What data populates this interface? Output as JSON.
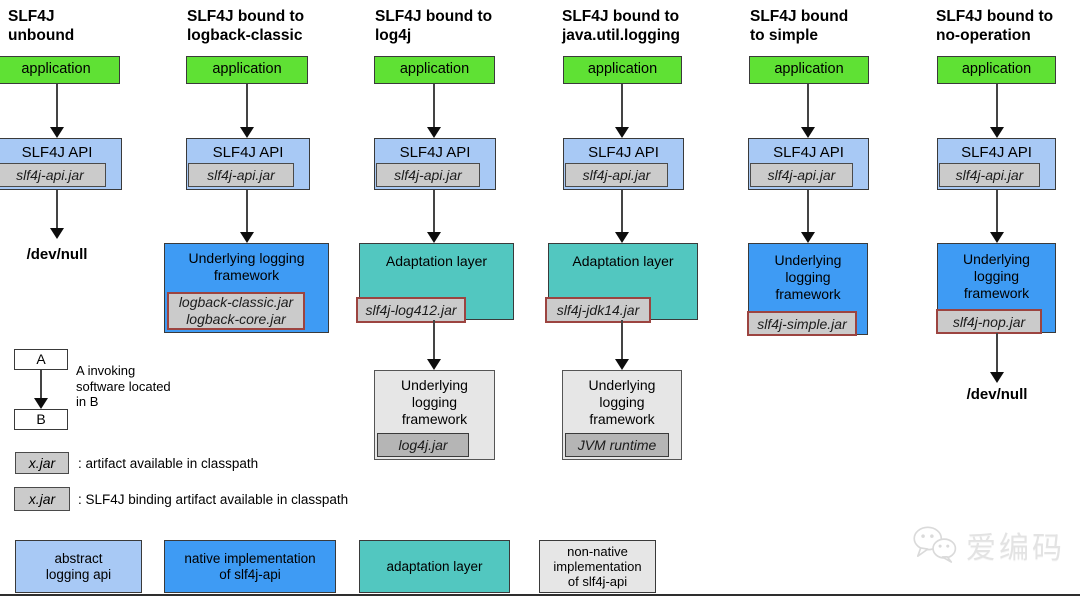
{
  "columns": [
    {
      "title": "SLF4J\nunbound",
      "app_label": "application",
      "api": {
        "label": "SLF4J API",
        "jar": "slf4j-api.jar"
      },
      "tail": "/dev/null"
    },
    {
      "title": "SLF4J bound to\nlogback-classic",
      "app_label": "application",
      "api": {
        "label": "SLF4J API",
        "jar": "slf4j-api.jar"
      },
      "framework": {
        "label": "Underlying logging\nframework",
        "jar": "logback-classic.jar\nlogback-core.jar"
      }
    },
    {
      "title": "SLF4J bound to\nlog4j",
      "app_label": "application",
      "api": {
        "label": "SLF4J API",
        "jar": "slf4j-api.jar"
      },
      "adaptation": {
        "label": "Adaptation layer",
        "jar": "slf4j-log412.jar"
      },
      "framework": {
        "label": "Underlying\nlogging\nframework",
        "jar": "log4j.jar"
      }
    },
    {
      "title": "SLF4J bound to\njava.util.logging",
      "app_label": "application",
      "api": {
        "label": "SLF4J API",
        "jar": "slf4j-api.jar"
      },
      "adaptation": {
        "label": "Adaptation layer",
        "jar": "slf4j-jdk14.jar"
      },
      "framework": {
        "label": "Underlying\nlogging\nframework",
        "jar": "JVM runtime"
      }
    },
    {
      "title": "SLF4J bound\nto simple",
      "app_label": "application",
      "api": {
        "label": "SLF4J API",
        "jar": "slf4j-api.jar"
      },
      "framework": {
        "label": "Underlying\nlogging\nframework",
        "jar": "slf4j-simple.jar"
      }
    },
    {
      "title": "SLF4J bound to\nno-operation",
      "app_label": "application",
      "api": {
        "label": "SLF4J API",
        "jar": "slf4j-api.jar"
      },
      "framework": {
        "label": "Underlying\nlogging\nframework",
        "jar": "slf4j-nop.jar"
      },
      "tail": "/dev/null"
    }
  ],
  "legend": {
    "a_label": "A",
    "b_label": "B",
    "ab_caption": "A invoking\nsoftware located\nin B",
    "artifact_box": "x.jar",
    "artifact_text": ": artifact available in classpath",
    "binding_box": "x.jar",
    "binding_text": ": SLF4J binding artifact available in classpath"
  },
  "color_key": {
    "items": [
      {
        "label": "abstract\nlogging api",
        "color": "#a8c9f5"
      },
      {
        "label": "native implementation\nof slf4j-api",
        "color": "#3e9bf4"
      },
      {
        "label": "adaptation layer",
        "color": "#52c7c0"
      },
      {
        "label": "non-native\nimplementation\nof slf4j-api",
        "color": "#e6e6e6"
      }
    ]
  },
  "watermark": {
    "text": "爱编码",
    "icon": "wechat-icon"
  },
  "colors": {
    "application_green": "#5fe134",
    "api_light_blue": "#a8c9f5",
    "native_blue": "#3e9bf4",
    "adaptation_teal": "#52c7c0",
    "jar_gray": "#cbcbcb",
    "jar_dark_gray": "#b5b5b5",
    "nonnative_gray": "#e6e6e6",
    "binding_border_red": "#9c4440",
    "box_border": "#3a3a3a"
  }
}
